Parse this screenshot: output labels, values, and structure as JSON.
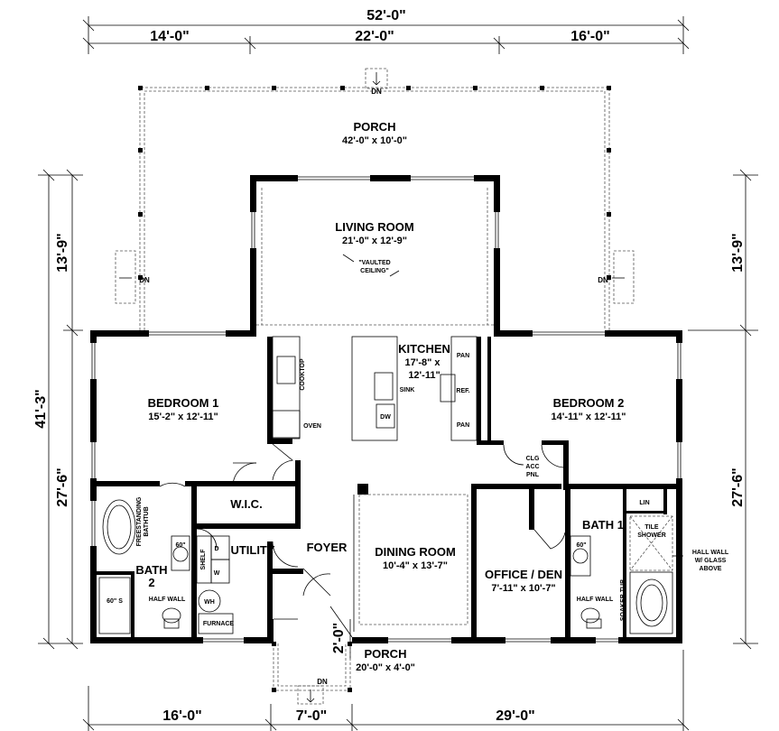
{
  "dimensions": {
    "overall_width": "52'-0\"",
    "top_left": "14'-0\"",
    "top_middle": "22'-0\"",
    "top_right": "16'-0\"",
    "left_total": "41'-3\"",
    "left_upper": "13'-9\"",
    "left_lower": "27'-6\"",
    "right_upper": "13'-9\"",
    "right_lower": "27'-6\"",
    "bottom_left": "16'-0\"",
    "bottom_middle": "7'-0\"",
    "bottom_right": "29'-0\"",
    "porch_step": "2'-0\""
  },
  "rooms": {
    "porch_rear": {
      "name": "PORCH",
      "size": "42'-0\" x 10'-0\""
    },
    "living": {
      "name": "LIVING ROOM",
      "size": "21'-0\" x 12'-9\""
    },
    "kitchen": {
      "name": "KITCHEN",
      "size_line1": "17'-8\" x",
      "size_line2": "12'-11\""
    },
    "bedroom1": {
      "name": "BEDROOM 1",
      "size": "15'-2\" x 12'-11\""
    },
    "bedroom2": {
      "name": "BEDROOM 2",
      "size": "14'-11\" x 12'-11\""
    },
    "dining": {
      "name": "DINING ROOM",
      "size": "10'-4\" x 13'-7\""
    },
    "office": {
      "name": "OFFICE / DEN",
      "size": "7'-11\" x 10'-7\""
    },
    "foyer": {
      "name": "FOYER"
    },
    "utility": {
      "name": "UTILITY"
    },
    "wic": {
      "name": "W.I.C."
    },
    "bath2_a": {
      "name": "BATH"
    },
    "bath2_b": {
      "name": "2"
    },
    "bath1": {
      "name": "BATH 1"
    },
    "porch_front": {
      "name": "PORCH",
      "size": "20'-0\" x 4'-0\""
    }
  },
  "notes": {
    "vaulted_1": "\"VAULTED",
    "vaulted_2": "CEILING\"",
    "dn": "DN",
    "cooktop": "COOKTOP",
    "oven": "OVEN",
    "sink": "SINK",
    "dw": "DW",
    "pan": "PAN",
    "ref": "REF.",
    "clg": "CLG",
    "acc": "ACC",
    "pnl": "PNL",
    "freestanding_1": "FREESTANDING",
    "freestanding_2": "BATHTUB",
    "sixty": "60\"",
    "sixty_s": "60\" S",
    "half_wall": "HALF WALL",
    "shelf": "SHELF",
    "d": "D",
    "w": "W",
    "wh": "WH",
    "furnace": "FURNACE",
    "lin": "LIN",
    "tile_1": "TILE",
    "tile_2": "SHOWER",
    "hall_1": "HALL WALL",
    "hall_2": "W/ GLASS",
    "hall_3": "ABOVE",
    "soaker": "SOAKER TUB"
  }
}
